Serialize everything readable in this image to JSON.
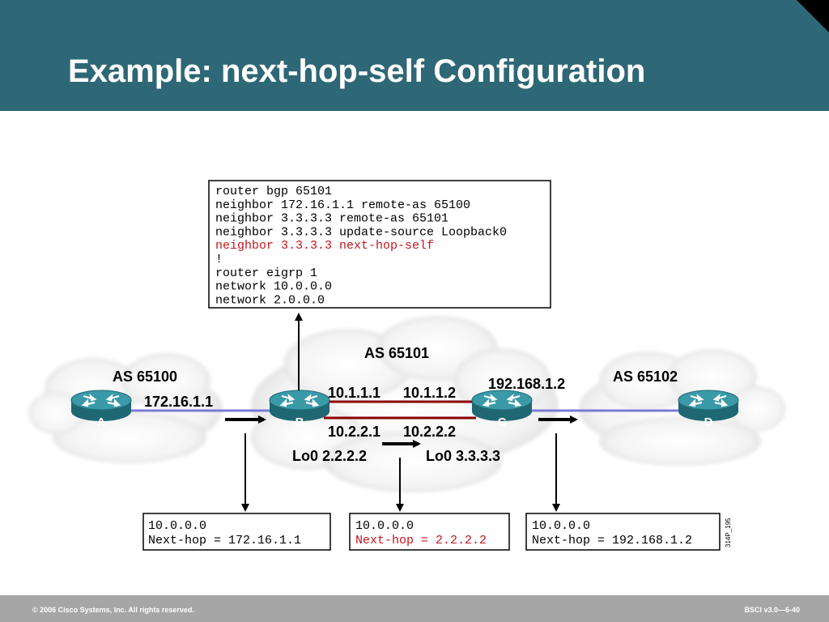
{
  "slide": {
    "title": "Example: next-hop-self Configuration",
    "footer_left": "© 2006 Cisco Systems, Inc. All rights reserved.",
    "footer_right": "BSCI v3.0—6-40",
    "figure_id": "314P_195"
  },
  "colors": {
    "header": "#2e6776",
    "footer": "#a6a6a6",
    "router_body": "#2d8a96",
    "ebgp_link": "#7a7ad8",
    "ibgp_link": "#8b0000",
    "highlight_text": "#c0171e"
  },
  "config_box": {
    "lines": [
      "router bgp 65101",
      "neighbor 172.16.1.1 remote-as 65100",
      "neighbor 3.3.3.3 remote-as 65101",
      "neighbor 3.3.3.3 update-source Loopback0",
      "neighbor 3.3.3.3 next-hop-self",
      "!",
      "router eigrp 1",
      "network 10.0.0.0",
      "network 2.0.0.0"
    ],
    "highlight_line": 4
  },
  "clouds": {
    "as_left": "AS 65100",
    "as_middle": "AS 65101",
    "as_right": "AS 65102"
  },
  "routers": {
    "a": "A",
    "b": "B",
    "c": "C",
    "d": "D"
  },
  "links": {
    "a_b": "172.16.1.1",
    "b_c_upper_left": "10.1.1.1",
    "b_c_upper_right": "10.1.1.2",
    "b_c_lower_left": "10.2.2.1",
    "b_c_lower_right": "10.2.2.2",
    "c_d": "192.168.1.2",
    "b_loopback": "Lo0 2.2.2.2",
    "c_loopback": "Lo0 3.3.3.3"
  },
  "route_boxes": [
    {
      "network": "10.0.0.0",
      "nexthop": "Next-hop = 172.16.1.1",
      "highlight": false
    },
    {
      "network": "10.0.0.0",
      "nexthop": "Next-hop = 2.2.2.2",
      "highlight": true
    },
    {
      "network": "10.0.0.0",
      "nexthop": "Next-hop = 192.168.1.2",
      "highlight": false
    }
  ]
}
